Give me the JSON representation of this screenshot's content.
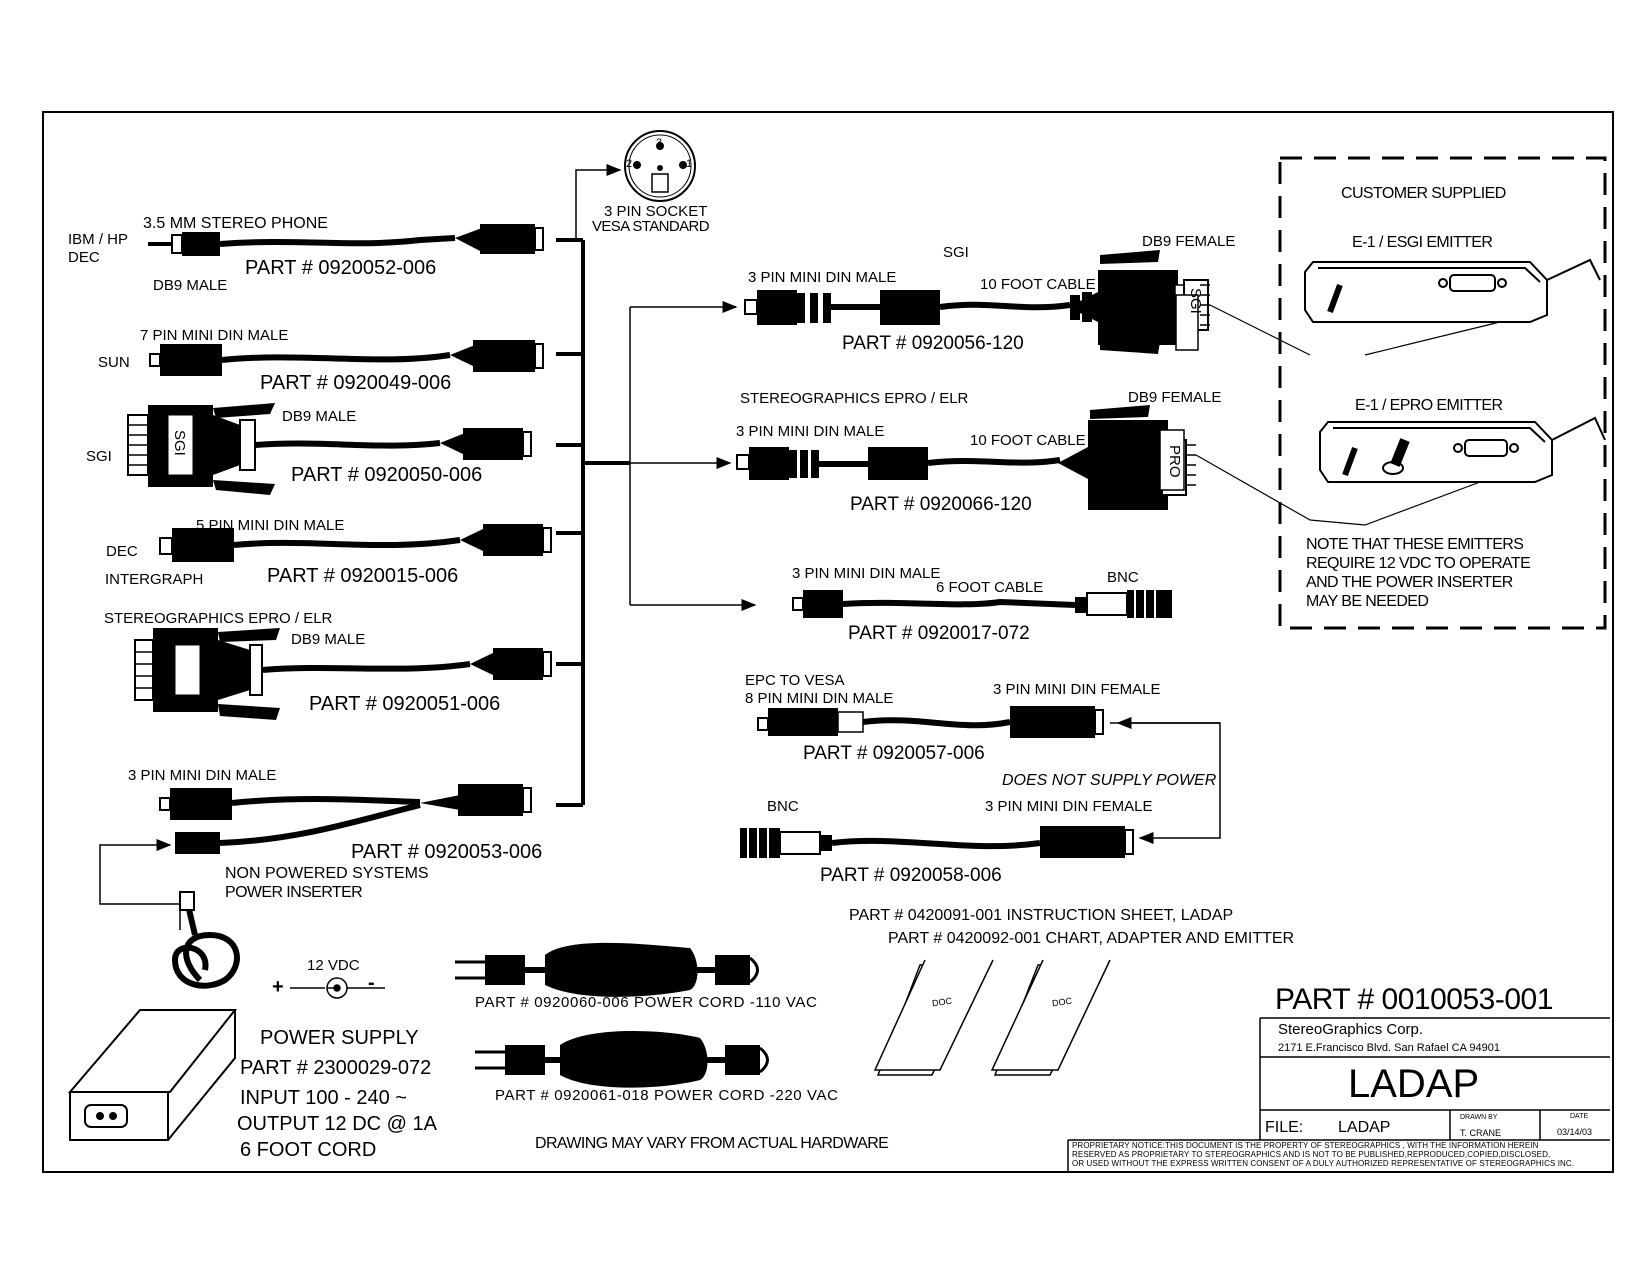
{
  "left_cables": [
    {
      "header": "3.5 MM STEREO PHONE",
      "part": "PART # 0920052-006",
      "systems": [
        "IBM / HP",
        "DEC"
      ],
      "connector": "DB9 MALE"
    },
    {
      "header": "7 PIN MINI DIN MALE",
      "part": "PART # 0920049-006",
      "systems": [
        "SUN"
      ]
    },
    {
      "header": "DB9 MALE",
      "part": "PART # 0920050-006",
      "systems": [
        "SGI"
      ],
      "plate": "SGI"
    },
    {
      "header": "5 PIN MINI DIN MALE",
      "part": "PART # 0920015-006",
      "systems": [
        "DEC",
        "INTERGRAPH"
      ]
    },
    {
      "header": "STEREOGRAPHICS EPRO / ELR",
      "connector": "DB9 MALE",
      "part": "PART # 0920051-006"
    },
    {
      "header": "3 PIN MINI DIN MALE",
      "part": "PART # 0920053-006",
      "note": [
        "NON POWERED SYSTEMS",
        "POWER INSERTER"
      ]
    }
  ],
  "socket": {
    "lines": [
      "3 PIN SOCKET",
      "VESA STANDARD"
    ],
    "pins": [
      "3",
      "2",
      "1"
    ]
  },
  "right_cables": [
    {
      "title": "SGI",
      "left": "3 PIN MINI DIN MALE",
      "middle": "10 FOOT CABLE",
      "right": "DB9 FEMALE",
      "plate": "SGI",
      "part": "PART # 0920056-120"
    },
    {
      "title": "STEREOGRAPHICS EPRO / ELR",
      "left": "3 PIN MINI DIN MALE",
      "middle": "10 FOOT CABLE",
      "right": "DB9 FEMALE",
      "plate": "PRO",
      "part": "PART # 0920066-120"
    },
    {
      "left": "3 PIN MINI DIN MALE",
      "middle": "6 FOOT CABLE",
      "right": "BNC",
      "part": "PART # 0920017-072"
    }
  ],
  "epc": {
    "line1": "EPC TO VESA",
    "line2": "8 PIN MINI DIN MALE",
    "right": "3 PIN MINI DIN FEMALE",
    "part": "PART # 0920057-006"
  },
  "no_power_note": "DOES NOT SUPPLY POWER",
  "bnc_cable": {
    "left": "BNC",
    "right": "3 PIN MINI DIN FEMALE",
    "part": "PART # 0920058-006"
  },
  "customer_box": {
    "title": "CUSTOMER SUPPLIED",
    "emitters": [
      "E-1 / ESGI EMITTER",
      "E-1 / EPRO EMITTER"
    ],
    "note": [
      "NOTE THAT THESE EMITTERS",
      "REQUIRE 12 VDC TO OPERATE",
      "AND THE POWER INSERTER",
      "MAY BE NEEDED"
    ]
  },
  "instruction_lines": [
    "PART # 0420091-001 INSTRUCTION SHEET, LADAP",
    "PART # 0420092-001 CHART, ADAPTER AND EMITTER"
  ],
  "doc_label": "DOC",
  "power_cords": [
    "PART # 0920060-006 POWER CORD -110 VAC",
    "PART # 0920061-018 POWER CORD -220 VAC"
  ],
  "polarity": {
    "plus": "+",
    "minus": "-",
    "voltage": "12 VDC"
  },
  "power_supply": [
    "POWER SUPPLY",
    "PART # 2300029-072",
    "INPUT 100 - 240 ~",
    "OUTPUT 12 DC @ 1A",
    "6 FOOT CORD"
  ],
  "disclaimer": "DRAWING MAY VARY FROM ACTUAL HARDWARE",
  "title_block": {
    "part": "PART # 0010053-001",
    "company": "StereoGraphics Corp.",
    "address": "2171 E.Francisco Blvd. San Rafael CA 94901",
    "title": "LADAP",
    "file_label": "FILE:",
    "file_value": "LADAP",
    "drawn_by_label": "DRAWN BY",
    "drawn_by": "T. CRANE",
    "date_label": "DATE",
    "date": "03/14/03",
    "proprietary": [
      "PROPRIETARY NOTICE:THIS DOCUMENT IS THE PROPERTY OF STEREOGRAPHICS , WITH THE INFORMATION HEREIN",
      "RESERVED AS PROPRIETARY TO STEREOGRAPHICS AND IS NOT TO BE PUBLISHED,REPRODUCED,COPIED,DISCLOSED,",
      "OR USED WITHOUT THE EXPRESS WRITTEN CONSENT OF A DULY AUTHORIZED REPRESENTATIVE OF STEREOGRAPHICS INC."
    ]
  }
}
